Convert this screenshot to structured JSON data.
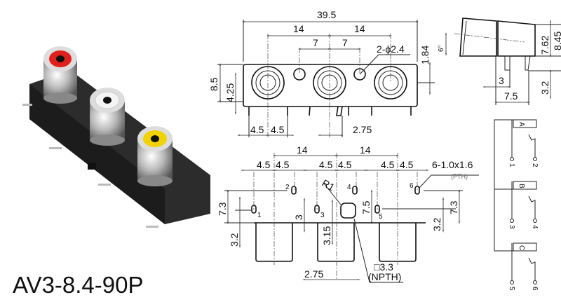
{
  "model": "AV3-8.4-90P",
  "colors": {
    "jack1": "#e0201c",
    "jack2": "#f4f4f4",
    "jack3": "#f2d200",
    "body": "#2a2a2a"
  },
  "front_view": {
    "overall_width": "39.5",
    "pitch_left": "14",
    "pitch_right": "14",
    "half_left": "7",
    "half_right": "7",
    "hole_callout": "2-ϕ2.4",
    "offset": "1.84",
    "height": "8.5",
    "center_height": "4.25",
    "pin_left": "4.5",
    "pin_right": "4.5",
    "pin_offset": "2.75"
  },
  "side_view": {
    "angle": "6°",
    "height_a": "7.62",
    "height_b": "8.45",
    "pin_length": "3.2",
    "pin_spacing": "3",
    "depth": "7.5"
  },
  "footprint": {
    "pitch_left": "14",
    "pitch_right": "14",
    "spacing_labels": [
      "4.5",
      "4.5",
      "4.5",
      "4.5",
      "4.5",
      "4.5"
    ],
    "pad_callout": "6-1.0x1.6",
    "pad_type": "(PTH)",
    "pin_numbers": [
      "1",
      "2",
      "3",
      "4",
      "5",
      "6"
    ],
    "radius": "R1",
    "dim_left_7_3": "7.3",
    "dim_left_3_2": "3.2",
    "dim_3": "3",
    "dim_3_15": "3.15",
    "dim_7_5": "7.5",
    "dim_right_3_2": "3.2",
    "dim_right_7_3": "7.3",
    "square_hole": "□3.3",
    "square_hole_type": "(NPTH)",
    "dim_2_75": "2.75"
  },
  "schematic": {
    "channels": [
      {
        "label": "A",
        "pin_a": "1",
        "pin_b": "2"
      },
      {
        "label": "B",
        "pin_a": "3",
        "pin_b": "4"
      },
      {
        "label": "C",
        "pin_a": "5",
        "pin_b": "6"
      }
    ]
  }
}
